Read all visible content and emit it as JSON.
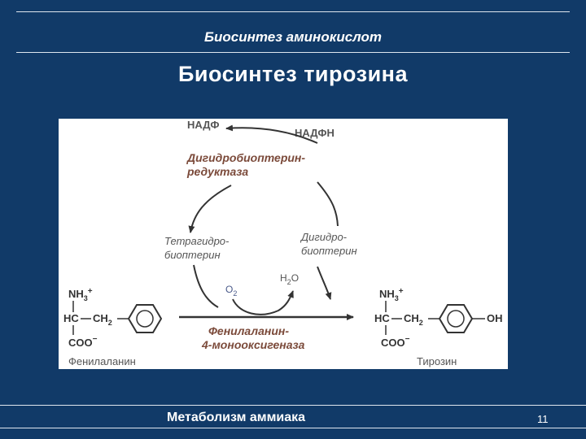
{
  "header": {
    "subtitle": "Биосинтез аминокислот",
    "title": "Биосинтез тирозина"
  },
  "diagram": {
    "cofactor_oxidized": "НАДФ",
    "cofactor_reduced": "НАДФН",
    "enzyme_reductase_line1": "Дигидробиоптерин-",
    "enzyme_reductase_line2": "редуктаза",
    "tetrahydro_line1": "Тетрагидро-",
    "tetrahydro_line2": "биоптерин",
    "dihydro_line1": "Дигидро-",
    "dihydro_line2": "биоптерин",
    "o2_label": "O",
    "o2_sub": "2",
    "h2o_pre": "H",
    "h2o_sub": "2",
    "h2o_post": "O",
    "enzyme_main_line1": "Фенилаланин-",
    "enzyme_main_line2": "4-монооксигеназа",
    "substrate": {
      "nh3": "NH",
      "nh3_sub": "3",
      "nh3_charge": "+",
      "hc": "HC",
      "ch2": "CH",
      "ch2_sub": "2",
      "coo": "COO",
      "coo_charge": "−",
      "name": "Фенилаланин"
    },
    "product": {
      "nh3": "NH",
      "nh3_sub": "3",
      "nh3_charge": "+",
      "hc": "HC",
      "ch2": "CH",
      "ch2_sub": "2",
      "coo": "COO",
      "coo_charge": "−",
      "oh": "OH",
      "name": "Тирозин"
    },
    "colors": {
      "enzyme": "#7b4a3a",
      "arrow": "#333333",
      "text": "#555555",
      "blue": "#4a5a8a"
    }
  },
  "footer": {
    "text": "Метаболизм аммиака",
    "page": "11"
  }
}
